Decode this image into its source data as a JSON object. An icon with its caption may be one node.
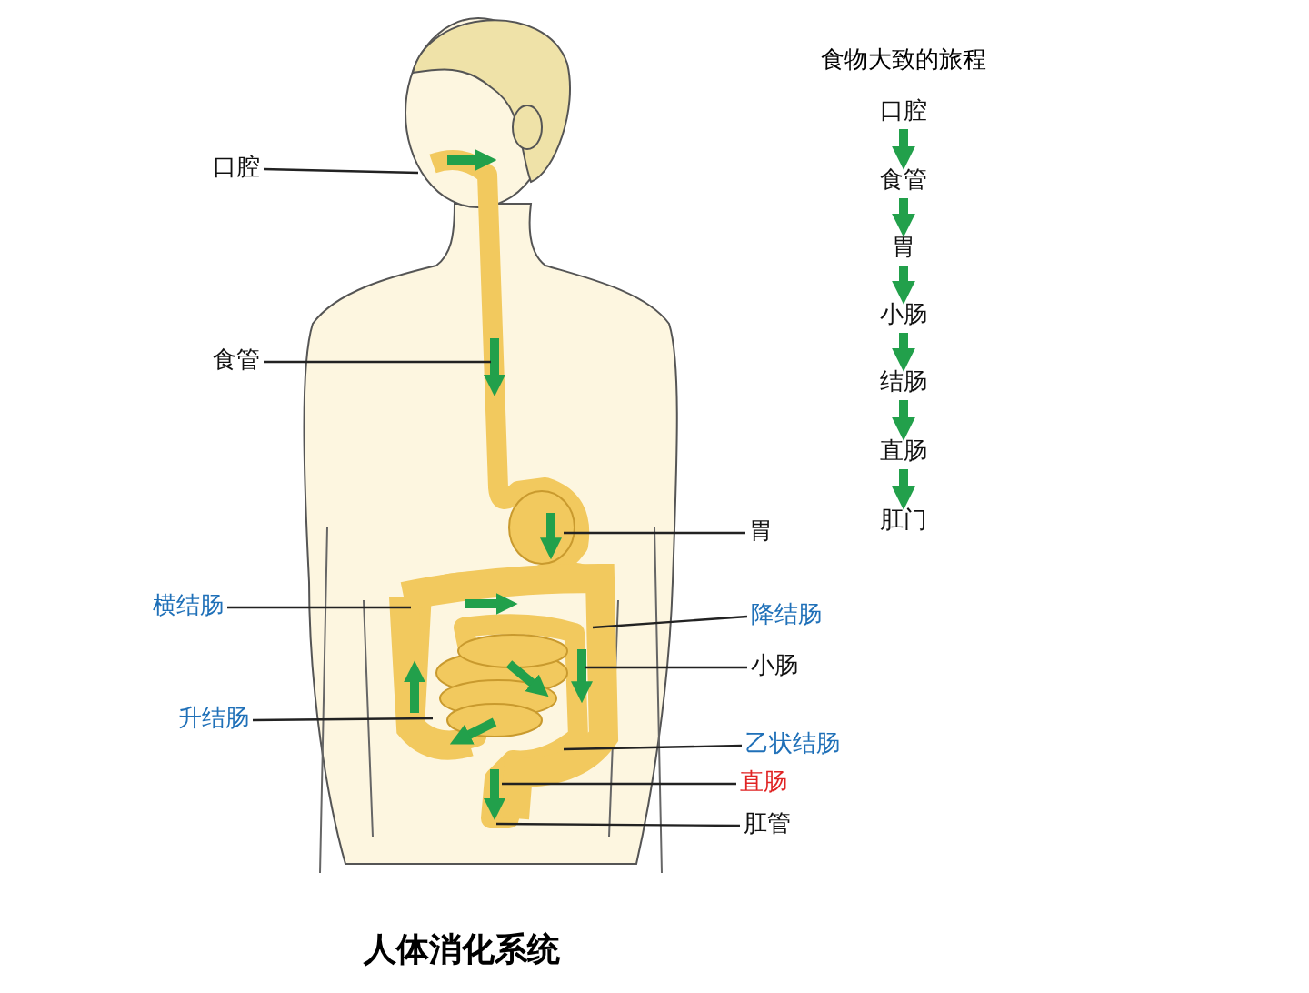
{
  "diagram": {
    "caption": "人体消化系统",
    "nodes": [
      {
        "text": [
          "口腔"
        ]
      },
      {
        "text": [
          "食管"
        ]
      },
      {
        "text": [
          "胃"
        ]
      },
      {
        "text": [
          "横结肠"
        ]
      },
      {
        "text": [
          "降结肠"
        ]
      },
      {
        "text": [
          "小肠"
        ]
      },
      {
        "text": [
          "升结肠"
        ]
      },
      {
        "text": [
          "乙状结肠"
        ]
      },
      {
        "text": [
          "直肠"
        ]
      },
      {
        "text": [
          "肛管"
        ]
      },
      {
        "text": [
          "口腔"
        ]
      },
      {
        "text": [
          "食管"
        ]
      },
      {
        "text": [
          "胃"
        ]
      },
      {
        "text": [
          "小肠"
        ]
      },
      {
        "text": [
          "结肠"
        ]
      },
      {
        "text": [
          "直肠"
        ]
      },
      {
        "text": [
          "肛门"
        ]
      }
    ],
    "edges": [
      {
        "from": 0,
        "to": null,
        "arrow": "none"
      },
      {
        "from": 1,
        "to": null,
        "arrow": "none"
      },
      {
        "from": 2,
        "to": null,
        "arrow": "none"
      },
      {
        "from": 3,
        "to": null,
        "arrow": "none"
      },
      {
        "from": 4,
        "to": null,
        "arrow": "none"
      },
      {
        "from": 5,
        "to": null,
        "arrow": "none"
      },
      {
        "from": 6,
        "to": null,
        "arrow": "none"
      },
      {
        "from": 7,
        "to": null,
        "arrow": "none"
      },
      {
        "from": 8,
        "to": null,
        "arrow": "none"
      },
      {
        "from": 9,
        "to": null,
        "arrow": "none"
      },
      {
        "from": 10,
        "to": 11,
        "arrow": "to",
        "style": "thick",
        "color": "#22a04b"
      },
      {
        "from": 11,
        "to": 12,
        "arrow": "to",
        "style": "thick",
        "color": "#22a04b"
      },
      {
        "from": 12,
        "to": 13,
        "arrow": "to",
        "style": "thick",
        "color": "#22a04b"
      },
      {
        "from": 13,
        "to": 14,
        "arrow": "to",
        "style": "thick",
        "color": "#22a04b"
      },
      {
        "from": 14,
        "to": 15,
        "arrow": "to",
        "style": "thick",
        "color": "#22a04b"
      },
      {
        "from": 15,
        "to": 16,
        "arrow": "to",
        "style": "thick",
        "color": "#22a04b"
      }
    ],
    "labels": [
      "食物大致的旅程"
    ]
  }
}
